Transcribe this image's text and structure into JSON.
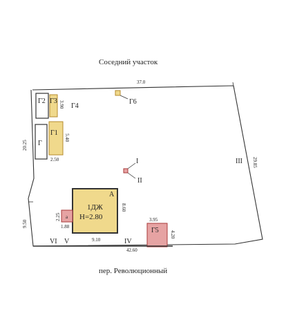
{
  "top_caption": "Соседний участок",
  "bottom_caption": "пер. Революционный",
  "colors": {
    "line": "#333333",
    "outbuilding_fill": "#f0d98c",
    "outbuilding_stroke": "#b58a2c",
    "annex_fill": "#e6a3a3",
    "annex_stroke": "#a83a3a"
  },
  "dimensions": {
    "north": "37.0",
    "east": "29.85",
    "west": "20.25",
    "west_lower": "9.50",
    "south": "42.60",
    "house_width": "9.10",
    "house_depth": "8.60",
    "annex_depth": "2.25",
    "annex_width": "1.88",
    "g5_width": "3.95",
    "g5_depth": "4.20",
    "g1_width": "2.50",
    "g1_depth": "5.40",
    "g3_depth": "3.90"
  },
  "house": {
    "name": "1ДЖ",
    "height": "H=2.80",
    "letter": "А"
  },
  "annex_letter": "а",
  "outbuildings": {
    "g": "Г",
    "g1": "Г1",
    "g2": "Г2",
    "g3": "Г3",
    "g4": "Г4",
    "g5": "Г5",
    "g6": "Г6"
  },
  "points": {
    "p1": "I",
    "p2": "II",
    "p3": "III",
    "p4": "IV",
    "p5": "V",
    "p6": "VI"
  }
}
